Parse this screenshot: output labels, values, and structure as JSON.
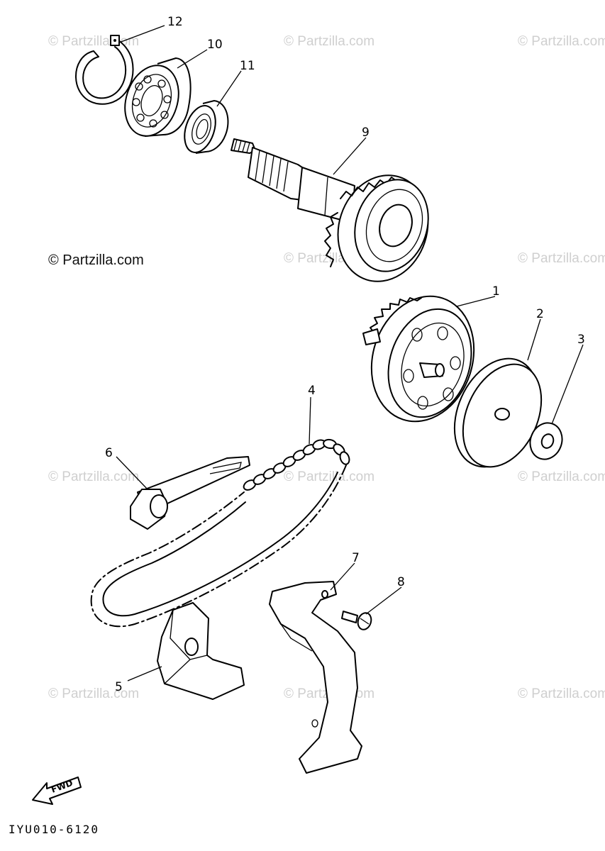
{
  "watermark": "© Partzilla.com",
  "copyright": "© Partzilla.com",
  "diagram_code": "IYU010-6120",
  "fwd_label": "FWD",
  "callouts": {
    "c1": "1",
    "c2": "2",
    "c3": "3",
    "c4": "4",
    "c5": "5",
    "c6": "6",
    "c7": "7",
    "c8": "8",
    "c9": "9",
    "c10": "10",
    "c11": "11",
    "c12": "12"
  }
}
